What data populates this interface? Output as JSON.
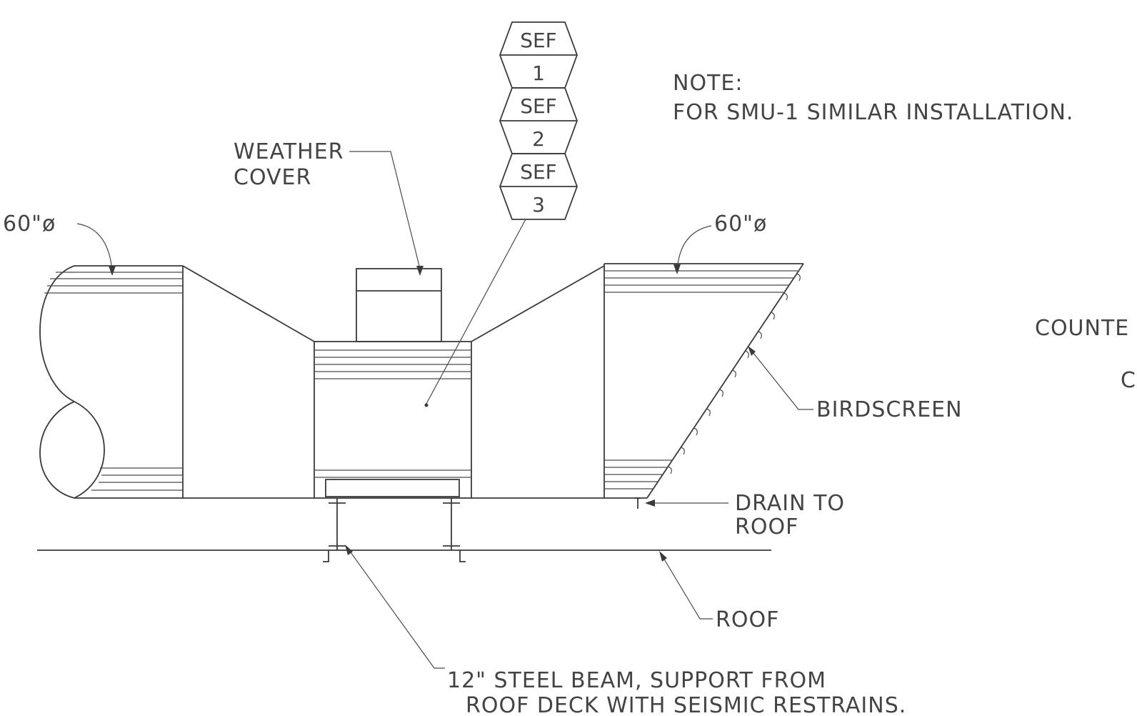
{
  "tags": [
    "SEF",
    "1",
    "SEF",
    "2",
    "SEF",
    "3"
  ],
  "note": {
    "title": "NOTE:",
    "text": "FOR SMU-1 SIMILAR INSTALLATION."
  },
  "labels": {
    "weather_cover_1": "WEATHER",
    "weather_cover_2": "COVER",
    "dia_left": "60\"ø",
    "dia_right": "60\"ø",
    "birdscreen": "BIRDSCREEN",
    "drain_1": "DRAIN  TO",
    "drain_2": "ROOF",
    "roof": "ROOF",
    "beam_1": "12\"  STEEL  BEAM,  SUPPORT  FROM",
    "beam_2": "ROOF  DECK  WITH  SEISMIC  RESTRAINS.",
    "cut_1": "COUNTE",
    "cut_2": "C"
  }
}
